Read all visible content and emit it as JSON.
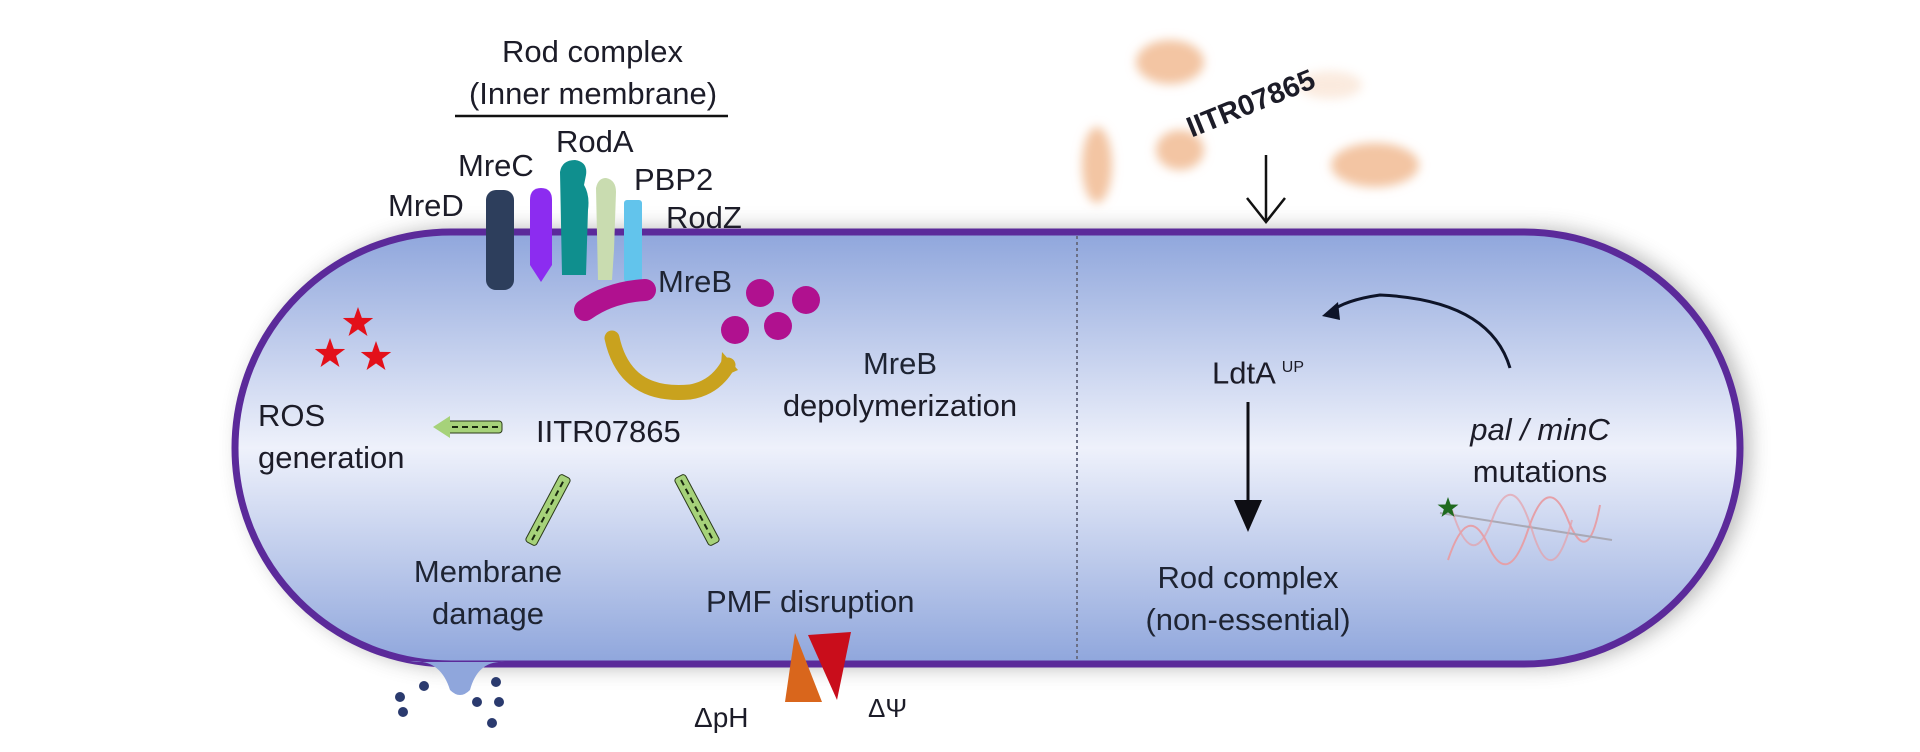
{
  "colors": {
    "membrane": "#5b2a9a",
    "cell_fill_top": "#8fa6dc",
    "cell_fill_mid": "#eef1fb",
    "cell_fill_bottom": "#8fa6dc",
    "mreD": "#2d3e5c",
    "mreC": "#8c2cf0",
    "rodA": "#0f8f8e",
    "pbp2": "#c9dcb0",
    "rodZ": "#62c4ec",
    "mreB": "#b0118f",
    "arc_arrow": "#c9a21e",
    "green_arrow": "#a6d27a",
    "ros_star": "#e3101a",
    "bacteria": "#f3c5a3",
    "delta_ph": "#d9661c",
    "delta_psi": "#c90d1b",
    "ions": "#2a3a6e",
    "dna_strand_1": "#e5a0a8",
    "dna_strand_2": "#a9a9b5",
    "mutation_star": "#1f6a1f"
  },
  "left_panel": {
    "rod_complex_title": "Rod complex",
    "rod_complex_subtitle": "(Inner membrane)",
    "proteins": {
      "mreD": "MreD",
      "mreC": "MreC",
      "rodA": "RodA",
      "pbp2": "PBP2",
      "rodZ": "RodZ",
      "mreB": "MreB"
    },
    "compound": "IITR07865",
    "ros_label_1": "ROS",
    "ros_label_2": "generation",
    "mreb_depol_1": "MreB",
    "mreb_depol_2": "depolymerization",
    "membrane_damage_1": "Membrane",
    "membrane_damage_2": "damage",
    "pmf_disruption": "PMF disruption",
    "delta_ph": "ΔpH",
    "delta_psi": "ΔΨ"
  },
  "right_panel": {
    "compound": "IITR07865",
    "ldta": "LdtA",
    "ldta_sup": "UP",
    "mutations_italic": "pal / minC",
    "mutations_label": "mutations",
    "rod_complex_1": "Rod complex",
    "rod_complex_2": "(non-essential)"
  }
}
